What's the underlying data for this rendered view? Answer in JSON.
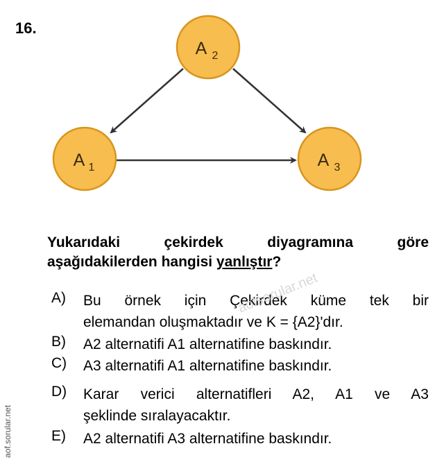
{
  "question": {
    "number": "16.",
    "line1": "Yukarıdaki çekirdek diyagramına göre",
    "line2_prefix": "aşağıdakilerden hangisi ",
    "line2_underlined": "yanlıştır",
    "line2_suffix": "?"
  },
  "diagram": {
    "nodes": [
      {
        "id": "A2",
        "letter": "A",
        "sub": "2"
      },
      {
        "id": "A1",
        "letter": "A",
        "sub": "1"
      },
      {
        "id": "A3",
        "letter": "A",
        "sub": "3"
      }
    ],
    "edges": [
      {
        "from": "A2",
        "to": "A1"
      },
      {
        "from": "A2",
        "to": "A3"
      },
      {
        "from": "A1",
        "to": "A3"
      }
    ],
    "node_fill": "#f7bd4f",
    "node_stroke": "#d8951f",
    "edge_color": "#333333"
  },
  "options": [
    {
      "letter": "A)",
      "line1": "Bu örnek için Çekirdek küme tek bir",
      "line2": "elemandan oluşmaktadır ve K = {A2}'dır."
    },
    {
      "letter": "B)",
      "line1": "A2 alternatifi A1 alternatifine baskındır."
    },
    {
      "letter": "C)",
      "line1": "A3 alternatifi A1 alternatifine baskındır."
    },
    {
      "letter": "D)",
      "line1": "Karar verici alternatifleri A2, A1 ve A3",
      "line2": "şeklinde sıralayacaktır."
    },
    {
      "letter": "E)",
      "line1": "A2 alternatifi A3 alternatifine baskındır."
    }
  ],
  "watermarks": {
    "center": "aofsorular.net",
    "side": "aof.sorular.net"
  }
}
